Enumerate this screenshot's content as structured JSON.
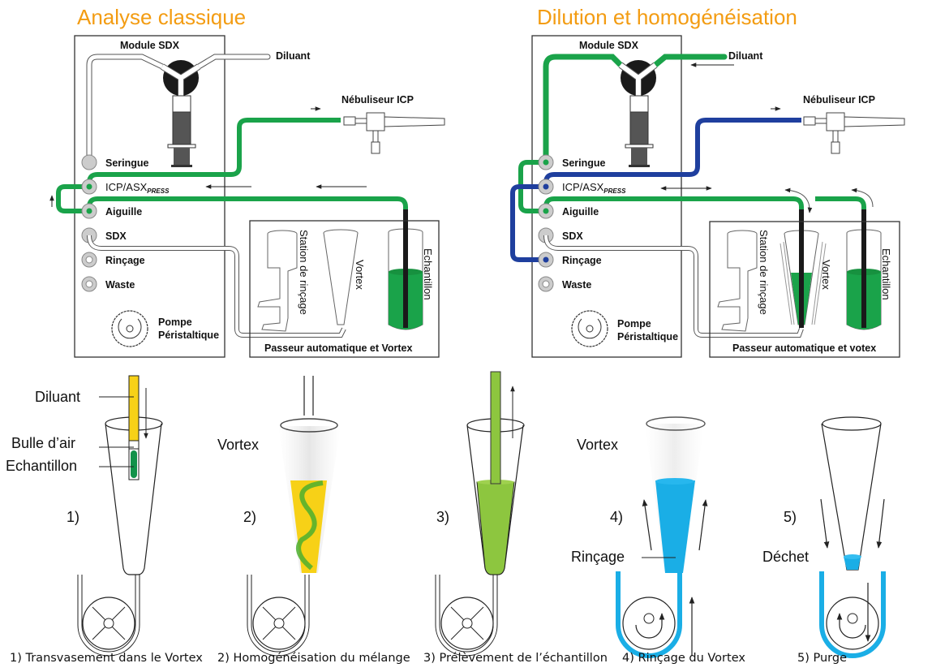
{
  "colors": {
    "title": "#f39c12",
    "sample_green": "#1aa34a",
    "rinse_blue": "#1f3f9e",
    "diluant_yellow": "#f7d117",
    "mix_green": "#8dc63f",
    "rinse_cyan": "#1aaee6"
  },
  "panels": [
    {
      "title": "Analyse classique",
      "module_label": "Module SDX",
      "diluant_label": "Diluant",
      "nebulizer_label": "Nébuliseur ICP",
      "ports": [
        "Seringue",
        "ICP/ASX",
        "Aiguille",
        "SDX",
        "Rinçage",
        "Waste"
      ],
      "port_subscript": "PRESS",
      "pump_label_1": "Pompe",
      "pump_label_2": "Péristaltique",
      "rinse_station": "Station de rinçage",
      "vortex": "Vortex",
      "sample": "Echantillon",
      "autosampler_label": "Passeur automatique et Vortex"
    },
    {
      "title": "Dilution et homogénéisation",
      "module_label": "Module SDX",
      "diluant_label": "Diluant",
      "nebulizer_label": "Nébuliseur ICP",
      "ports": [
        "Seringue",
        "ICP/ASX",
        "Aiguille",
        "SDX",
        "Rinçage",
        "Waste"
      ],
      "port_subscript": "PRESS",
      "pump_label_1": "Pompe",
      "pump_label_2": "Péristaltique",
      "rinse_station": "Station de rinçage",
      "vortex": "Vortex",
      "sample": "Echantillon",
      "autosampler_label": "Passeur automatique et votex"
    }
  ],
  "steps": {
    "labels": {
      "diluant": "Diluant",
      "bulle": "Bulle d’air",
      "echantillon": "Echantillon",
      "vortex_2": "Vortex",
      "vortex_4": "Vortex",
      "rincage": "Rinçage",
      "dechet": "Déchet"
    },
    "numbers": [
      "1)",
      "2)",
      "3)",
      "4)",
      "5)"
    ],
    "captions": [
      "1) Transvasement dans le Vortex",
      "2) Homogénéisation du mélange",
      "3) Prélèvement de l’échantillon",
      "4) Rinçage du Vortex",
      "5) Purge"
    ]
  }
}
